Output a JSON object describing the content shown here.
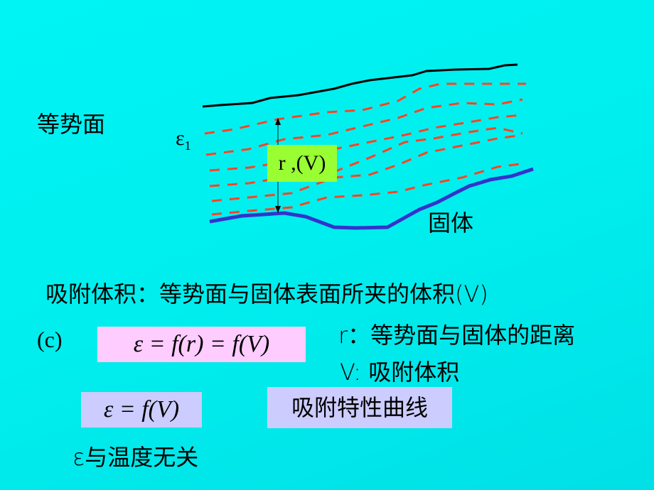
{
  "diagram": {
    "label_equipotential": "等势面",
    "label_epsilon": "ε",
    "label_epsilon_sub": "1",
    "label_rv": "r ,(V)",
    "label_solid": "固体",
    "colors": {
      "background": "#00EEEE",
      "top_curve": "#000000",
      "equipotential_lines": "#FF4422",
      "solid_surface": "#3333CC",
      "rv_box": "#99FF33"
    }
  },
  "text": {
    "definition": "吸附体积：等势面与固体表面所夹的体积(V)",
    "label_c": "(c)",
    "formula1": "ε = f(r) = f(V)",
    "r_desc": "r：等势面与固体的距离",
    "v_desc": "V: 吸附体积",
    "formula2": "ε = f(V)",
    "curve_name": "吸附特性曲线",
    "temperature_note": "ε与温度无关"
  }
}
